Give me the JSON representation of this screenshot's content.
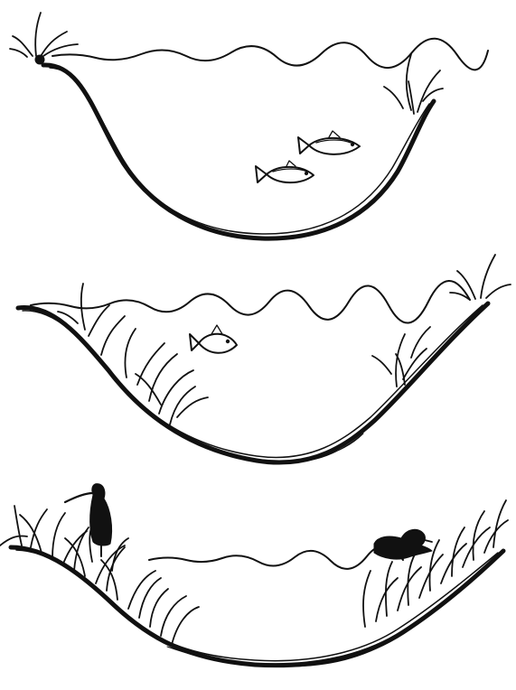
{
  "illustration": {
    "panels": [
      {
        "id": "deep-pond",
        "sediment": "thin",
        "animals": [
          "fish",
          "fish"
        ],
        "vegetation": "sparse"
      },
      {
        "id": "shallowing-pond",
        "sediment": "medium",
        "animals": [
          "fish"
        ],
        "vegetation": "moderate"
      },
      {
        "id": "marsh",
        "sediment": "thick",
        "animals": [
          "wading-bird",
          "duck"
        ],
        "vegetation": "dense"
      }
    ],
    "colors": {
      "ink": "#111111",
      "background": "#ffffff"
    }
  }
}
